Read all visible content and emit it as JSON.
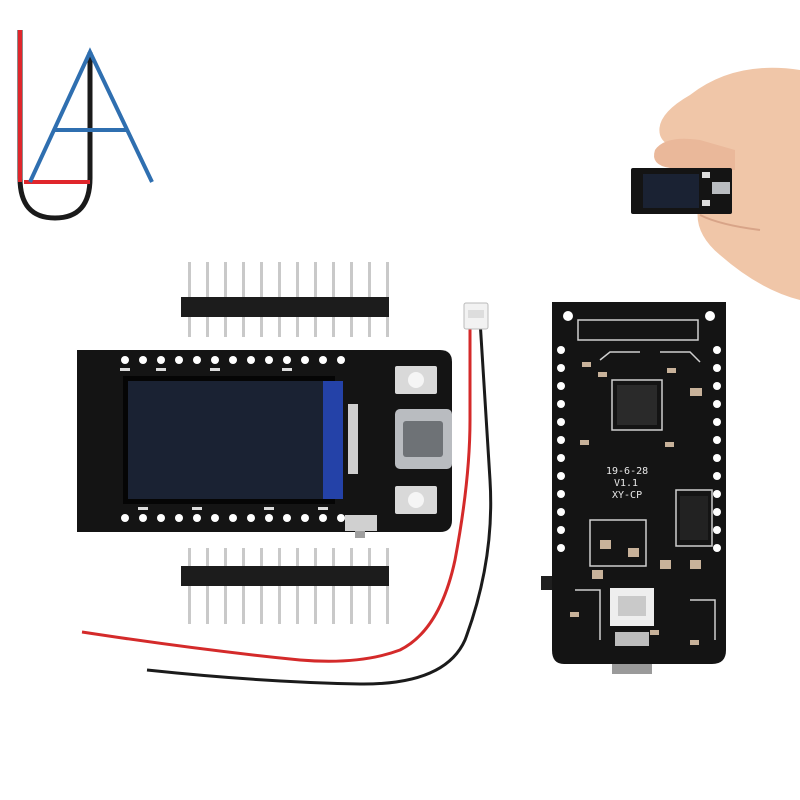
{
  "product_photo": {
    "logo": {
      "letters": "ULA",
      "colors": {
        "red": "#e0262b",
        "blue": "#2f6fb0",
        "black": "#1a1a1a"
      }
    },
    "back_board": {
      "silkscreen_lines": [
        "19-6-28",
        "V1.1",
        "XY-CP"
      ]
    },
    "colors": {
      "pcb": "#141414",
      "pcb_edge": "#000000",
      "pad": "#ffffff",
      "pin_metal": "#c9c9c9",
      "header_plastic": "#1c1c1c",
      "lcd_glass": "#1a2233",
      "lcd_flex": "#2442a8",
      "usb_metal": "#b9bcc0",
      "wire_red": "#d42a2a",
      "wire_black": "#1b1b1b",
      "jst_connector": "#f2f2f2",
      "skin": "#f0c6a8",
      "background": "#ffffff"
    }
  }
}
